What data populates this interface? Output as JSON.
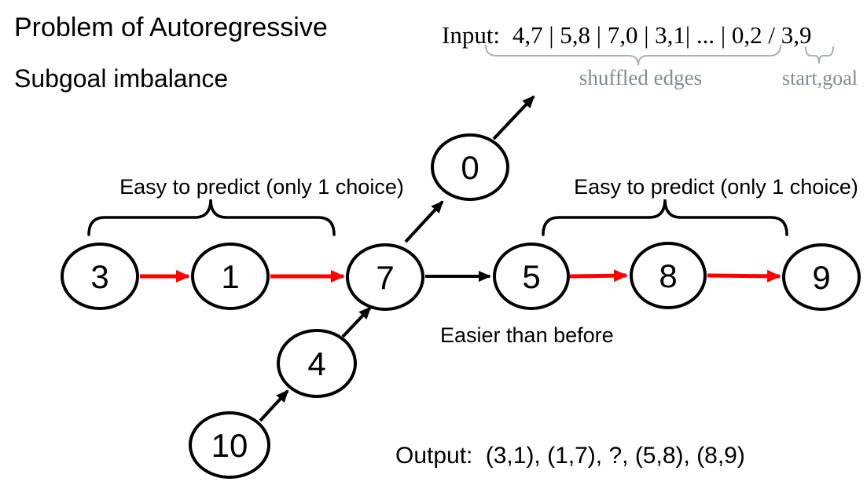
{
  "slide": {
    "title_line1": "Problem of Autoregressive",
    "title_line2": "Subgoal imbalance"
  },
  "input_line": {
    "label": "Input:",
    "sequence": "4,7 | 5,8 | 7,0 | 3,1| ... | 0,2 / 3,9",
    "shuffled_edges_label": "shuffled edges",
    "start_goal_label": "start,goal"
  },
  "annotations": {
    "easy_left": "Easy to predict (only 1 choice)",
    "easy_right": "Easy to predict (only 1 choice)",
    "easier": "Easier than before"
  },
  "output_line": {
    "label": "Output:",
    "sequence": "(3,1), (1,7), ?, (5,8), (8,9)"
  },
  "graph": {
    "nodes": [
      {
        "id": "3",
        "label": "3"
      },
      {
        "id": "1",
        "label": "1"
      },
      {
        "id": "7",
        "label": "7"
      },
      {
        "id": "0",
        "label": "0"
      },
      {
        "id": "5",
        "label": "5"
      },
      {
        "id": "8",
        "label": "8"
      },
      {
        "id": "9",
        "label": "9"
      },
      {
        "id": "4",
        "label": "4"
      },
      {
        "id": "10",
        "label": "10"
      }
    ],
    "edges": [
      {
        "from": "3",
        "to": "1",
        "style": "red"
      },
      {
        "from": "1",
        "to": "7",
        "style": "red"
      },
      {
        "from": "7",
        "to": "0",
        "style": "black"
      },
      {
        "from": "0",
        "to": "input",
        "style": "black"
      },
      {
        "from": "7",
        "to": "5",
        "style": "black"
      },
      {
        "from": "5",
        "to": "8",
        "style": "red"
      },
      {
        "from": "8",
        "to": "9",
        "style": "red"
      },
      {
        "from": "4",
        "to": "7",
        "style": "black"
      },
      {
        "from": "10",
        "to": "4",
        "style": "black"
      }
    ]
  },
  "colors": {
    "highlight_edge": "#ff0000",
    "default_edge": "#000000",
    "muted_label": "#838a95",
    "muted_brace": "#a9aeb6"
  }
}
